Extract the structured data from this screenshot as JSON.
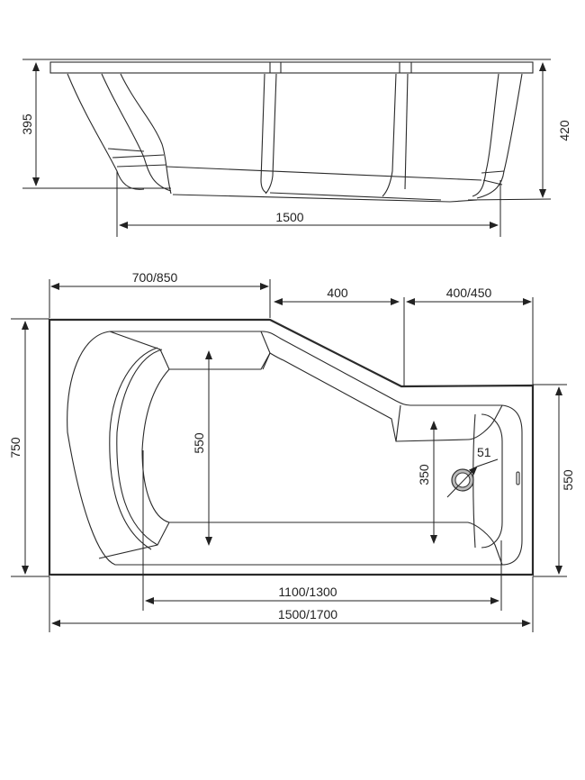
{
  "side_view": {
    "height_left": "395",
    "height_right": "420",
    "length_bottom": "1500"
  },
  "top_view": {
    "top_left_length": "700/850",
    "top_slope_length": "400",
    "top_right_length": "400/450",
    "overall_width": "750",
    "inner_width_left": "550",
    "inner_width_right": "350",
    "drain_diameter": "51",
    "right_end_width": "550",
    "inner_length": "1100/1300",
    "overall_length": "1500/1700"
  }
}
